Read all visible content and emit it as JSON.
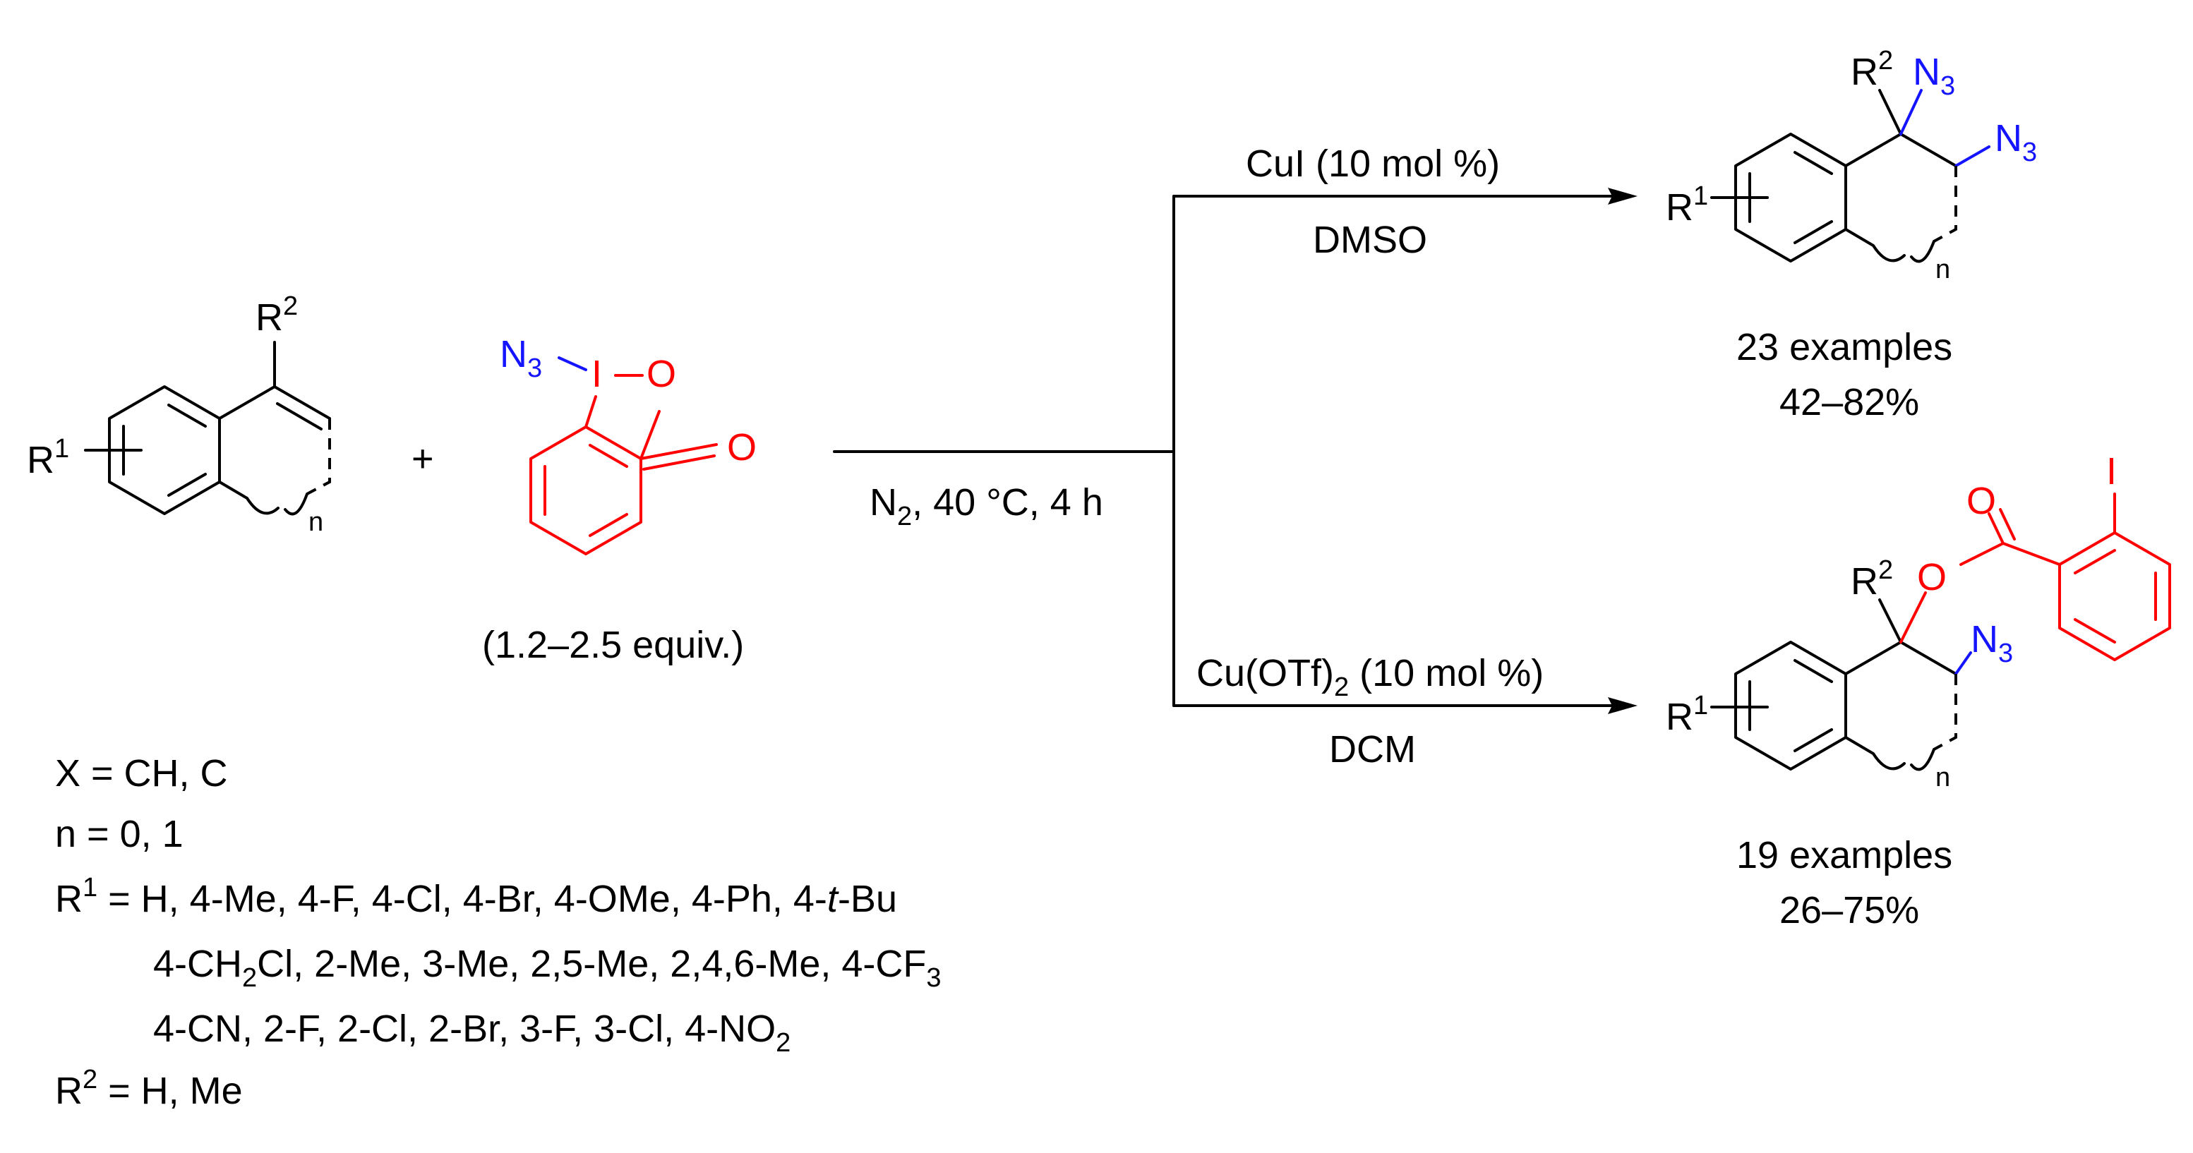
{
  "reactant": {
    "r1": "R",
    "r1_sup": "1",
    "r2": "R",
    "r2_sup": "2",
    "n": "n"
  },
  "plus": "+",
  "reagent": {
    "n3": "N",
    "n3_sub": "3",
    "i": "I",
    "o_ring": "O",
    "o_carbonyl": "O",
    "equiv": "(1.2–2.5 equiv.)"
  },
  "conditions": {
    "n2": "N",
    "n2_sub": "2",
    "rest": ", 40 °C, 4 h"
  },
  "top_path": {
    "catalyst": "CuI (10 mol %)",
    "solvent": "DMSO"
  },
  "bottom_path": {
    "catalyst_a": "Cu(OTf)",
    "catalyst_sub": "2",
    "catalyst_b": " (10 mol %)",
    "solvent": "DCM"
  },
  "product_top": {
    "r1": "R",
    "r1_sup": "1",
    "r2": "R",
    "r2_sup": "2",
    "n3a": "N",
    "n3a_sub": "3",
    "n3b": "N",
    "n3b_sub": "3",
    "n": "n",
    "examples": "23 examples",
    "yield": "42–82%"
  },
  "product_bottom": {
    "r1": "R",
    "r1_sup": "1",
    "r2": "R",
    "r2_sup": "2",
    "o_ester": "O",
    "o_carbonyl": "O",
    "iodo": "I",
    "n3": "N",
    "n3_sub": "3",
    "n": "n",
    "examples": "19 examples",
    "yield": "26–75%"
  },
  "scope": {
    "x_line": "X = CH, C",
    "n_line": "n = 0, 1",
    "r1_label": "R",
    "r1_sup": "1",
    "r1_line1_a": " = H, 4-Me, 4-F, 4-Cl, 4-Br, 4-OMe, 4-Ph, 4-",
    "r1_line1_tbu": "t",
    "r1_line1_b": "-Bu",
    "r1_line2_a": "4-CH",
    "r1_line2_sub1": "2",
    "r1_line2_b": "Cl, 2-Me, 3-Me, 2,5-Me, 2,4,6-Me, 4-CF",
    "r1_line2_sub2": "3",
    "r1_line3_a": "4-CN, 2-F, 2-Cl, 2-Br, 3-F, 3-Cl, 4-NO",
    "r1_line3_sub": "2",
    "r2_label": "R",
    "r2_sup": "2",
    "r2_line": " = H, Me"
  },
  "colors": {
    "azide": "#1414ff",
    "hypervalent_iodine_fragment": "#ff0000",
    "bonds": "#000000"
  }
}
